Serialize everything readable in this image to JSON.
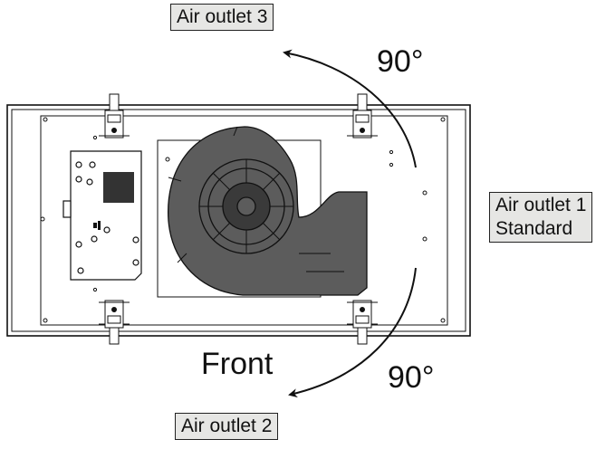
{
  "labels": {
    "outlet3": "Air outlet 3",
    "outlet1_line1": "Air outlet 1",
    "outlet1_line2": "Standard",
    "outlet2": "Air outlet 2",
    "angle_top": "90°",
    "angle_bottom": "90°",
    "front": "Front"
  },
  "colors": {
    "line": "#111111",
    "fan_fill": "#5c5c5c",
    "fan_dark": "#3a3a3a",
    "callout_bg": "#e6e6e4"
  }
}
